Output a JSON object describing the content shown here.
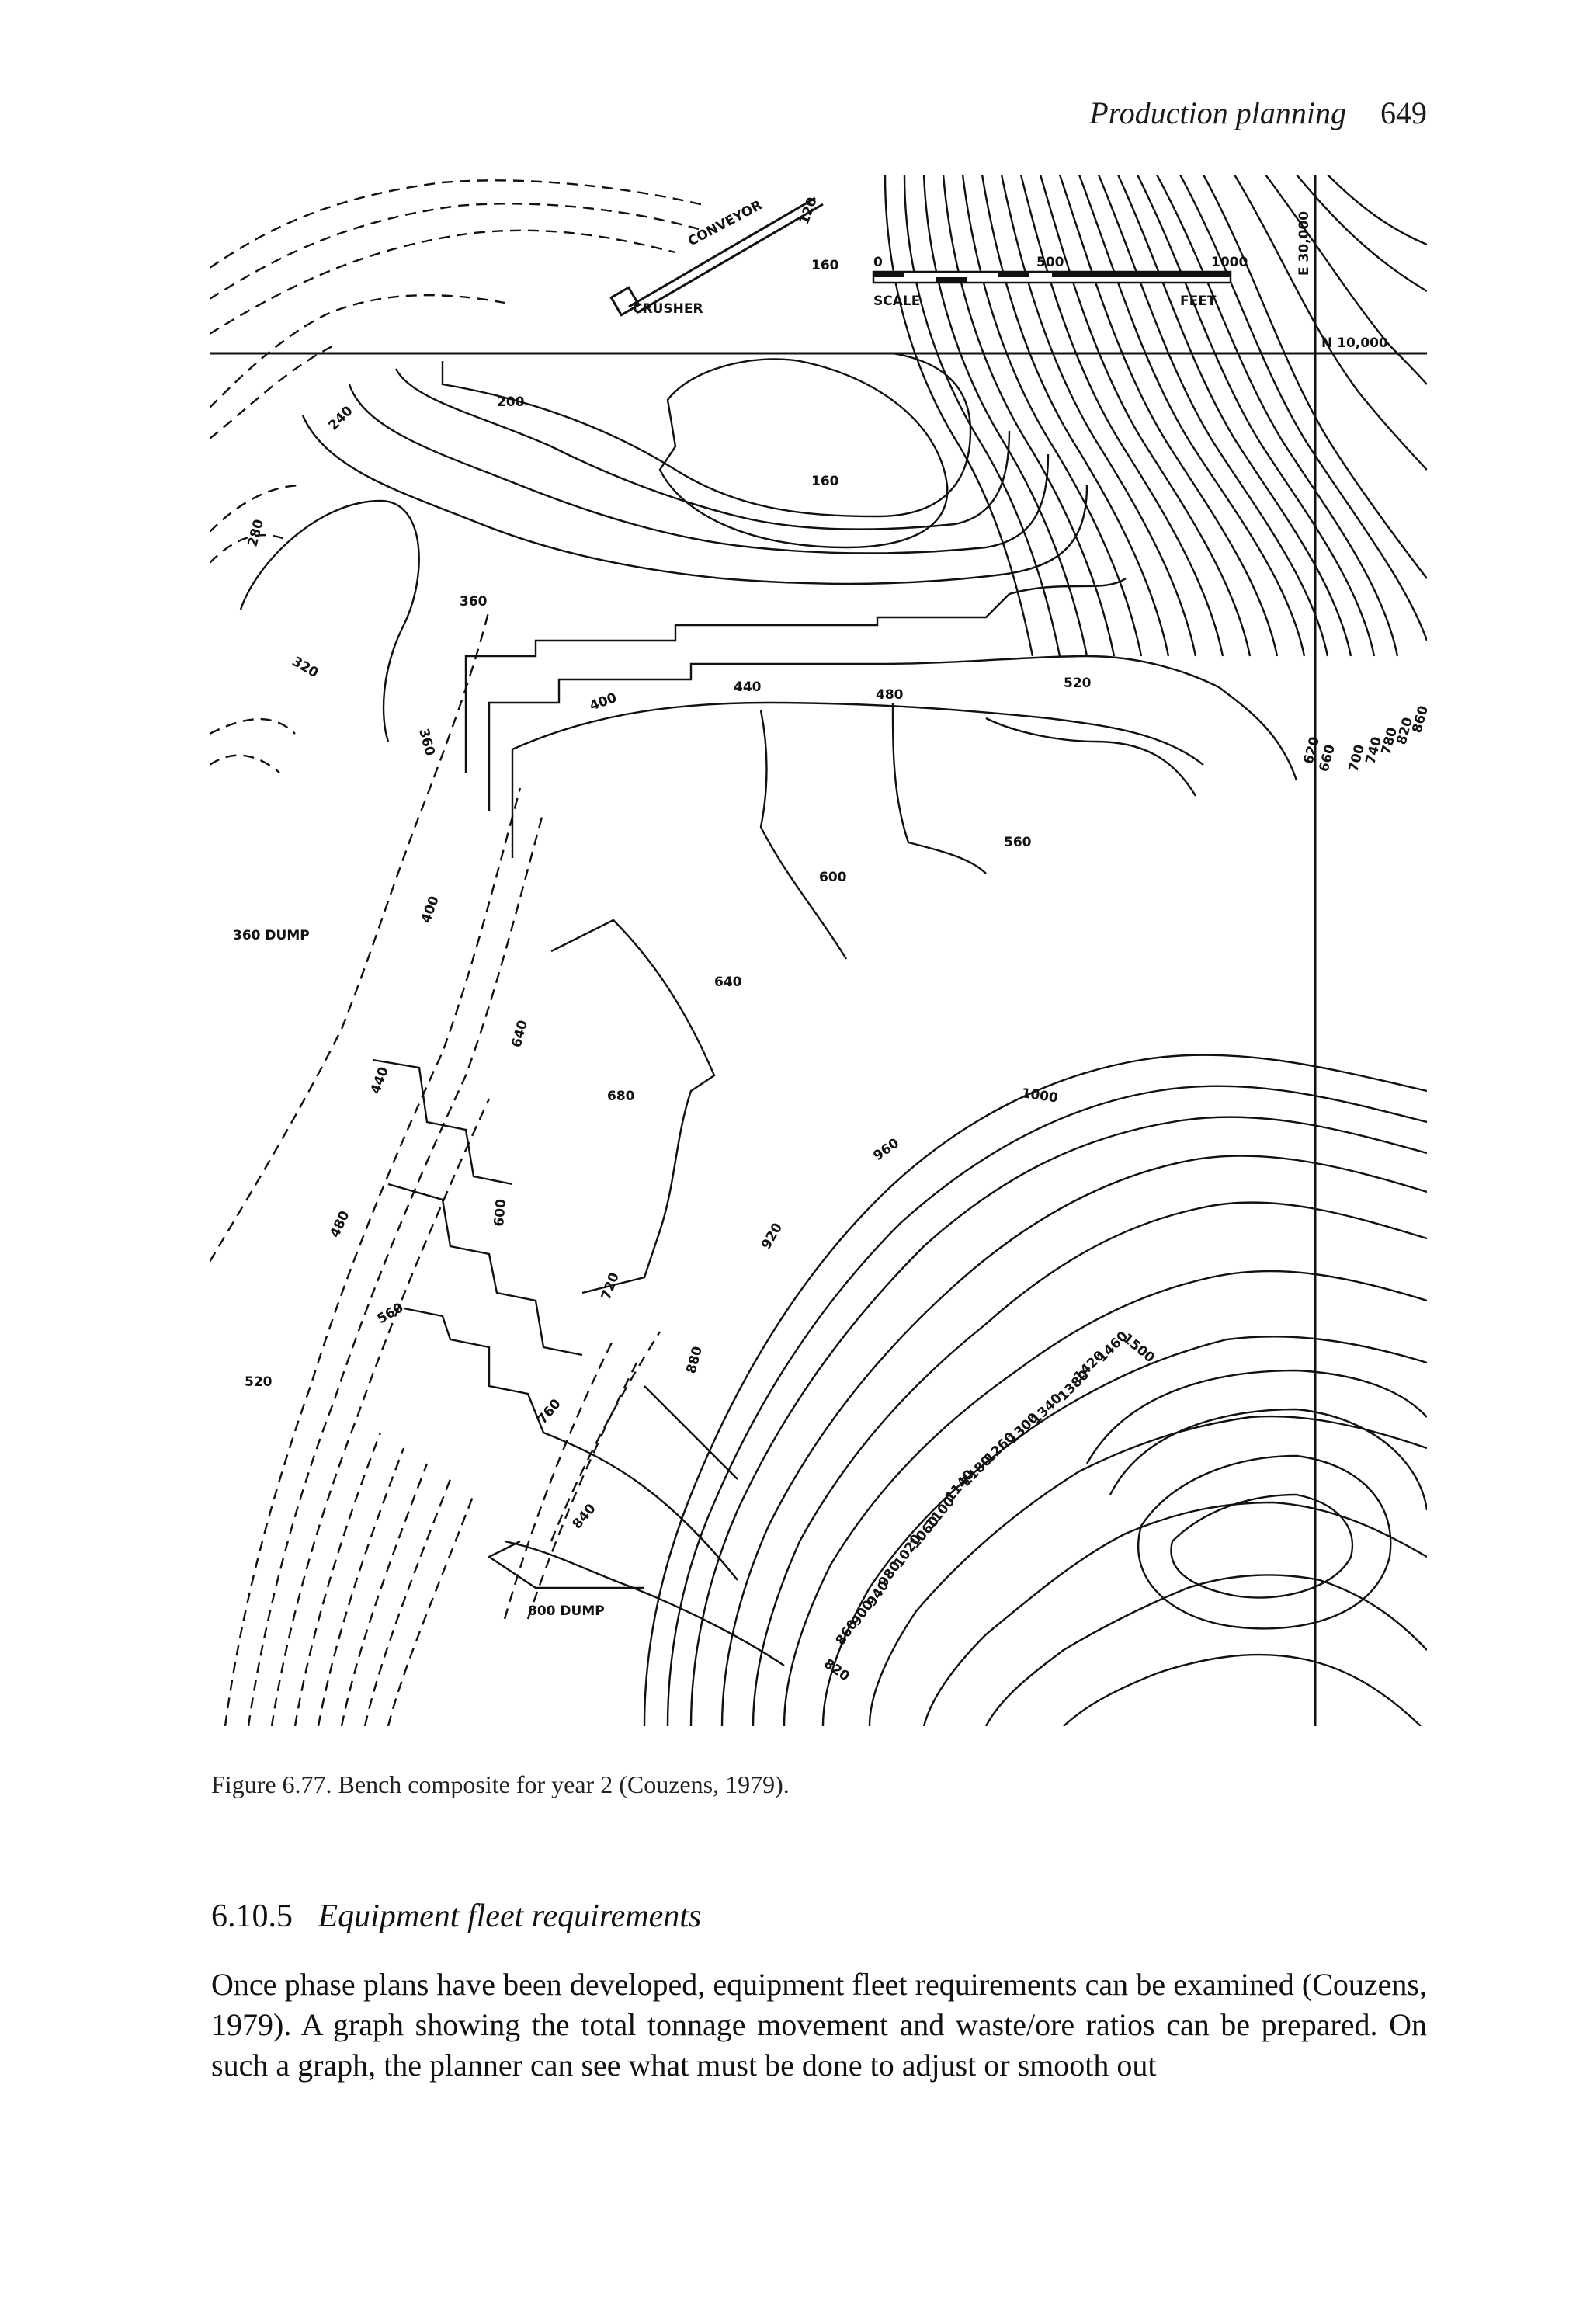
{
  "header": {
    "title": "Production planning",
    "page_number": "649"
  },
  "map": {
    "labels": {
      "conveyor": "CONVEYOR",
      "crusher": "CRUSHER",
      "scale": "SCALE",
      "feet": "FEET",
      "scale_0": "0",
      "scale_500": "500",
      "scale_1000": "1000",
      "east": "E 30,000",
      "north": "N 10,000",
      "dump_360": "360 DUMP",
      "dump_800": "800 DUMP",
      "c120": "120",
      "c160a": "160",
      "c160b": "160",
      "c200": "200",
      "c240": "240",
      "c280": "280",
      "c320": "320",
      "c360a": "360",
      "c360b": "360",
      "c400a": "400",
      "c400b": "400",
      "c440a": "440",
      "c440b": "440",
      "c480a": "480",
      "c480b": "480",
      "c520a": "520",
      "c520b": "520",
      "c560a": "560",
      "c560b": "560",
      "c600a": "600",
      "c600b": "600",
      "c620": "620",
      "c640a": "640",
      "c640b": "640",
      "c660": "660",
      "c680": "680",
      "c700": "700",
      "c720": "720",
      "c740": "740",
      "c760": "760",
      "c780": "780",
      "c820a": "820",
      "c820b": "820",
      "c840": "840",
      "c860a": "860",
      "c860b": "860",
      "c880": "880",
      "c900": "900",
      "c920": "920",
      "c940": "940",
      "c960": "960",
      "c980": "980",
      "c1000": "1000",
      "c1020": "1020",
      "c1060": "1060",
      "c1100": "1100",
      "c1140": "1140",
      "c1180": "1180",
      "c1260": "1260",
      "c1300": "1300",
      "c1340": "1340",
      "c1380": "1380",
      "c1420": "1420",
      "c1460": "1460",
      "c1500": "1500"
    }
  },
  "caption": "Figure 6.77.  Bench composite for year 2 (Couzens, 1979).",
  "section": {
    "number": "6.10.5",
    "title": "Equipment fleet requirements"
  },
  "body": "Once phase plans have been developed, equipment fleet requirements can be examined (Couzens, 1979). A graph showing the total tonnage movement and waste/ore ratios can be prepared. On such a graph, the planner can see what must be done to adjust or smooth out"
}
